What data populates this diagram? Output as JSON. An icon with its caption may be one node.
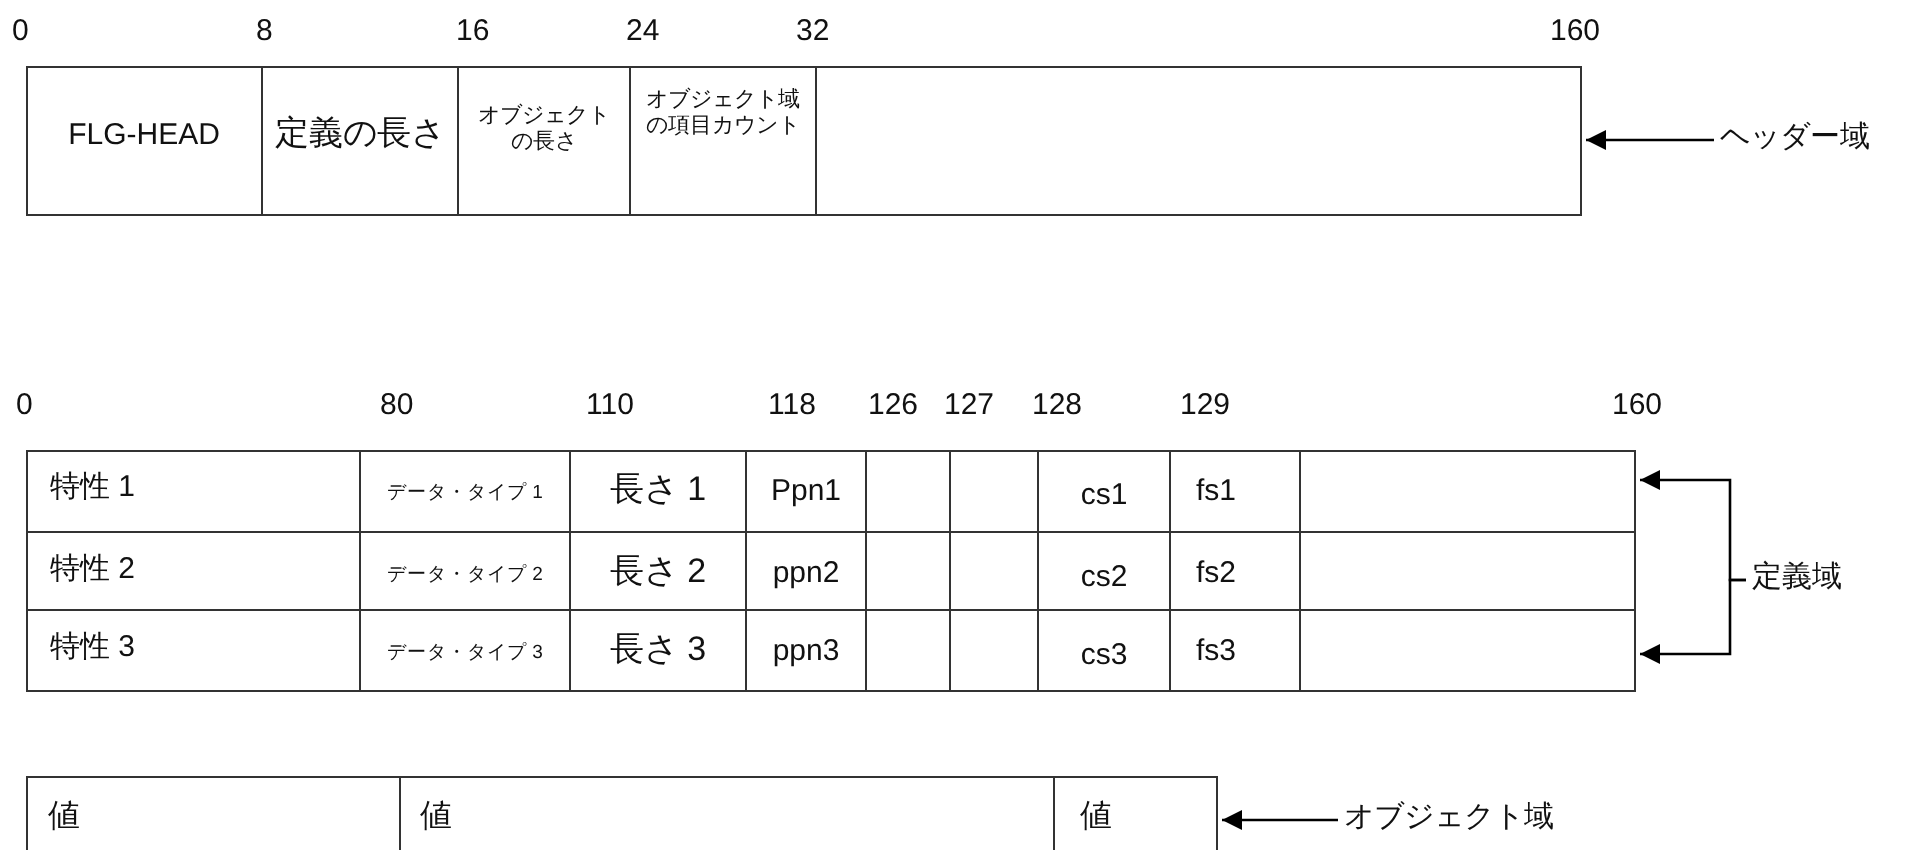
{
  "diagram": {
    "nodes": [
      {
        "text": [],
        "shape": "box"
      },
      {
        "text": [
          "ヘッダー域"
        ]
      },
      {
        "text": [],
        "shape": "box"
      },
      {
        "text": [
          "定義域"
        ]
      },
      {
        "text": [],
        "shape": "box"
      },
      {
        "text": [
          "オブジェクト域"
        ]
      }
    ],
    "edges": [
      {
        "from": 1,
        "to": 0,
        "arrow": "to"
      },
      {
        "from": 3,
        "to": 2,
        "arrow": "to"
      },
      {
        "from": 3,
        "to": 2,
        "arrow": "to"
      },
      {
        "from": 5,
        "to": 4,
        "arrow": "to"
      }
    ],
    "labels": [
      "0",
      "8",
      "16",
      "24",
      "32",
      "160",
      "FLG-HEAD",
      "定義の長さ",
      "オブジェクトの長さ",
      "オブジェクト域の項目カウント",
      "0",
      "80",
      "110",
      "118",
      "126",
      "127",
      "128",
      "129",
      "160",
      "特性 1",
      "データ・タイプ 1",
      "長さ 1",
      "Ppn1",
      "cs1",
      "fs1",
      "特性 2",
      "データ・タイプ 2",
      "長さ 2",
      "ppn2",
      "cs2",
      "fs2",
      "特性 3",
      "データ・タイプ 3",
      "長さ 3",
      "ppn3",
      "cs3",
      "fs3",
      "値",
      "値",
      "値"
    ]
  }
}
